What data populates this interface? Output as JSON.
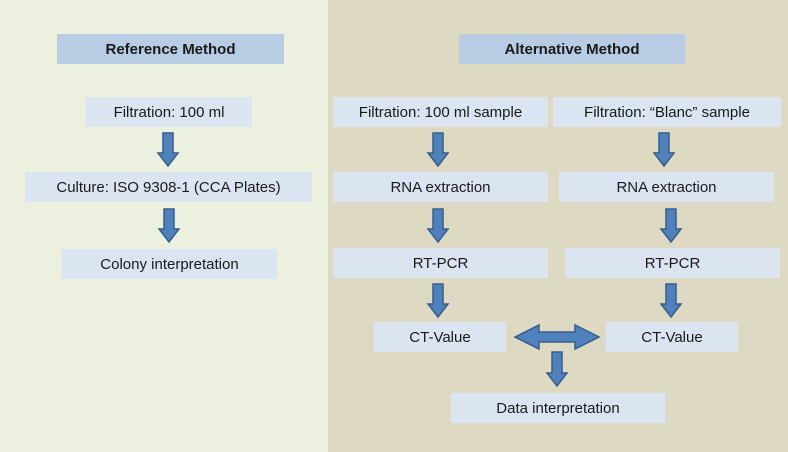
{
  "reference": {
    "header": "Reference Method",
    "steps": [
      "Filtration: 100 ml",
      "Culture: ISO 9308-1 (CCA Plates)",
      "Colony interpretation"
    ]
  },
  "alternative": {
    "header": "Alternative Method",
    "sample_branch": {
      "steps": [
        "Filtration: 100 ml sample",
        "RNA extraction",
        "RT-PCR",
        "CT-Value"
      ]
    },
    "blanc_branch": {
      "steps": [
        "Filtration: “Blanc” sample",
        "RNA extraction",
        "RT-PCR",
        "CT-Value"
      ]
    },
    "final_step": "Data interpretation"
  },
  "colors": {
    "left_panel_bg": "#ebf1de",
    "right_panel_bg": "#ddd9c3",
    "header_box": "#b8cce4",
    "step_box": "#dbe5f1",
    "arrow_fill": "#4f81bd",
    "arrow_stroke": "#385d8a"
  }
}
